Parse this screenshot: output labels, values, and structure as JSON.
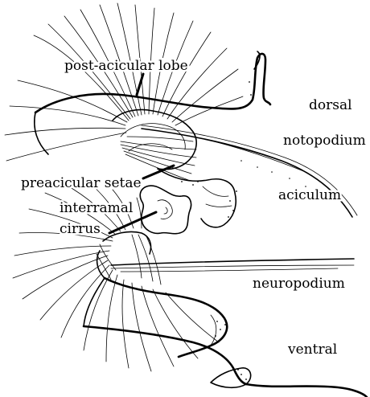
{
  "figure": {
    "labels": {
      "post_acicular_lobe": "post-acicular lobe",
      "dorsal": "dorsal",
      "notopodium": "notopodium",
      "preacicular_setae": "preacicular setae",
      "aciculum": "aciculum",
      "interramal": "interramal",
      "cirrus": "cirrus",
      "neuropodium": "neuropodium",
      "ventral": "ventral"
    }
  }
}
